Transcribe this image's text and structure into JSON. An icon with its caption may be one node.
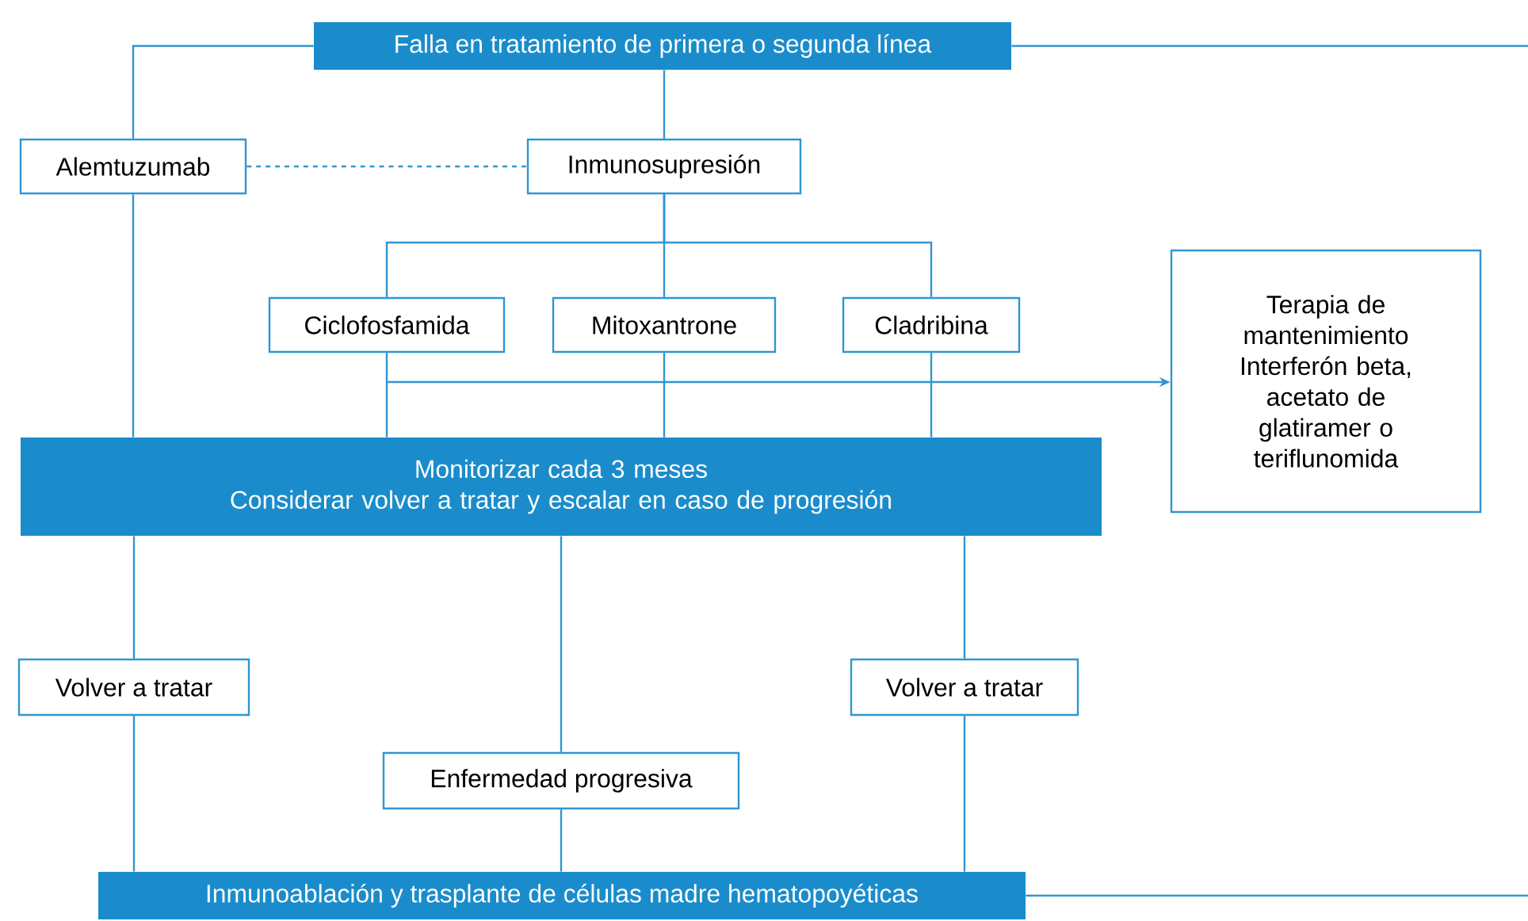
{
  "diagram": {
    "nodes": [
      {
        "text": [
          "Falla en tratamiento de primera o segunda línea"
        ]
      },
      {
        "text": [
          "Alemtuzumab"
        ]
      },
      {
        "text": [
          "Inmunosupresión"
        ]
      },
      {
        "text": [
          "Ciclofosfamida"
        ]
      },
      {
        "text": [
          "Mitoxantrone"
        ]
      },
      {
        "text": [
          "Cladribina"
        ]
      },
      {
        "text": [
          "Terapia de mantenimiento",
          "Interferón beta, acetato de glatiramer o teriflunomida"
        ]
      },
      {
        "text": [
          "Monitorizar cada 3 meses",
          "Considerar volver a tratar y escalar en caso de progresión"
        ]
      },
      {
        "text": [
          "Volver a tratar"
        ]
      },
      {
        "text": [
          "Enfermedad progresiva"
        ]
      },
      {
        "text": [
          "Volver a tratar"
        ]
      },
      {
        "text": [
          "Inmunoablación y trasplante de células madre hematopoyéticas"
        ]
      }
    ],
    "edges": [
      {
        "from": 0,
        "to": 1,
        "arrow": "none"
      },
      {
        "from": 0,
        "to": 2,
        "arrow": "none"
      },
      {
        "from": 0,
        "to": null,
        "arrow": "none"
      },
      {
        "from": 1,
        "to": 2,
        "arrow": "none",
        "style": "dashed"
      },
      {
        "from": 2,
        "to": 3,
        "arrow": "none"
      },
      {
        "from": 2,
        "to": 4,
        "arrow": "none"
      },
      {
        "from": 2,
        "to": 5,
        "arrow": "none"
      },
      {
        "from": 1,
        "to": 7,
        "arrow": "none"
      },
      {
        "from": 3,
        "to": 7,
        "arrow": "none"
      },
      {
        "from": 4,
        "to": 7,
        "arrow": "none"
      },
      {
        "from": 5,
        "to": 7,
        "arrow": "none"
      },
      {
        "from": 3,
        "to": 6,
        "arrow": "to"
      },
      {
        "from": 7,
        "to": 8,
        "arrow": "none"
      },
      {
        "from": 7,
        "to": 9,
        "arrow": "none"
      },
      {
        "from": 7,
        "to": 10,
        "arrow": "none"
      },
      {
        "from": 8,
        "to": 11,
        "arrow": "none"
      },
      {
        "from": 9,
        "to": 11,
        "arrow": "none"
      },
      {
        "from": 10,
        "to": 11,
        "arrow": "none"
      },
      {
        "from": 11,
        "to": null,
        "arrow": "none"
      }
    ]
  }
}
